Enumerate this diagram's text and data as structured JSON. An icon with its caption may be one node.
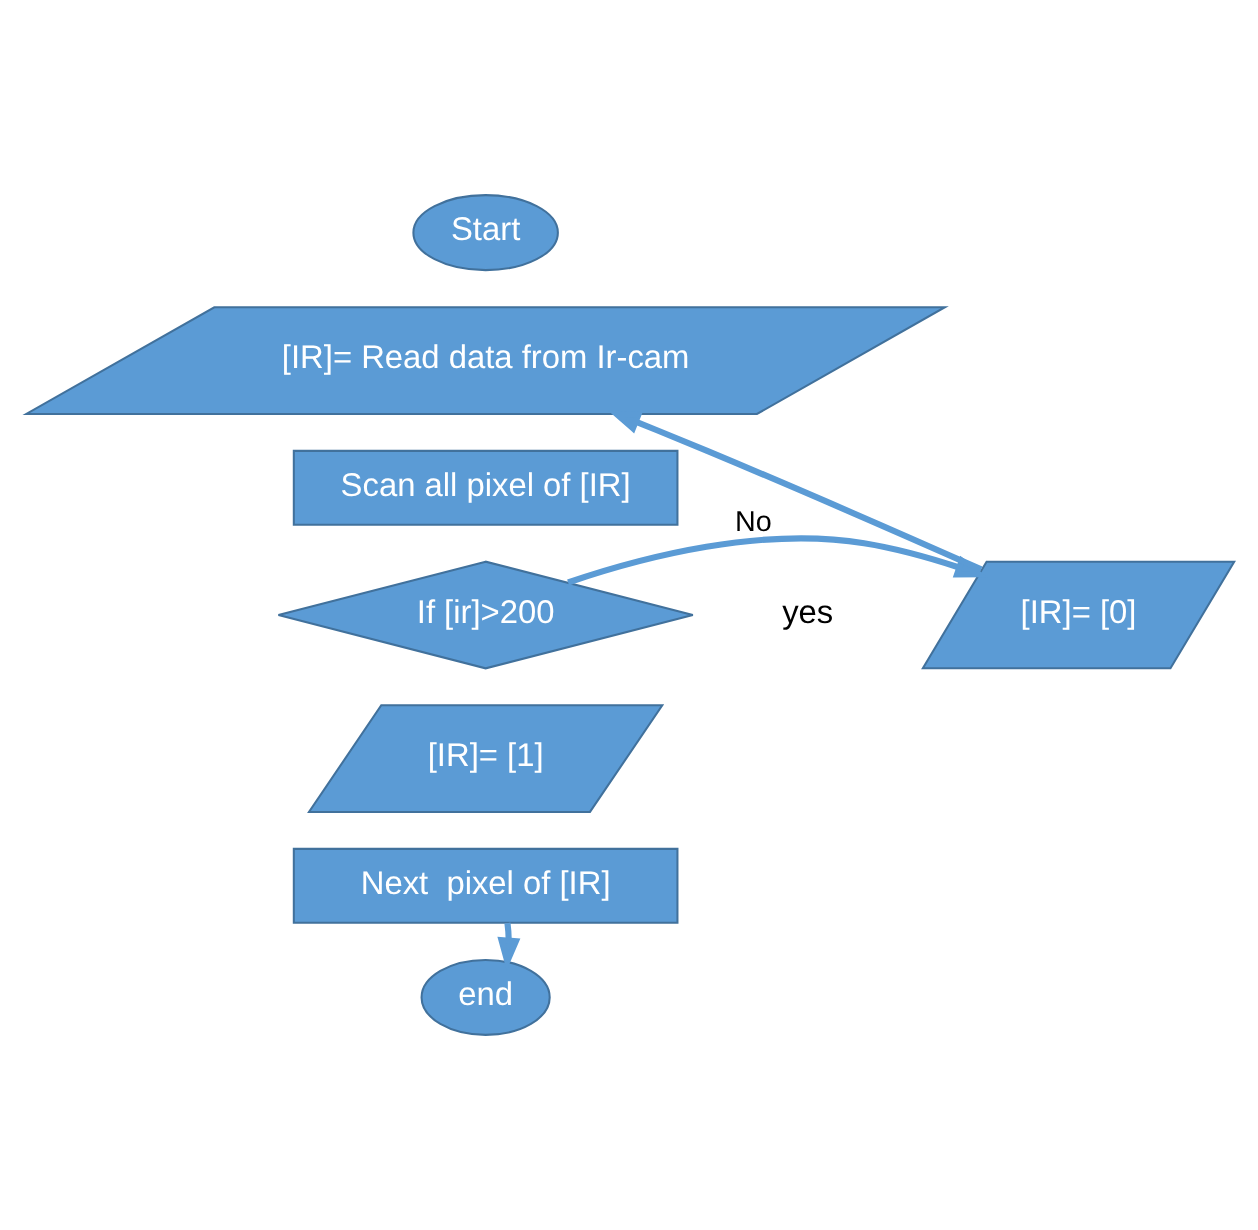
{
  "diagram": {
    "nodes": [
      {
        "text": [
          "Start"
        ]
      },
      {
        "text": [
          "[IR]= Read data from Ir-cam"
        ]
      },
      {
        "text": [
          "Scan all pixel of [IR]"
        ]
      },
      {
        "text": [
          "If [ir]>200"
        ]
      },
      {
        "text": [
          "[IR]= [0]"
        ]
      },
      {
        "text": [
          "[IR]= [1]"
        ]
      },
      {
        "text": [
          "Next  pixel of [IR]"
        ]
      },
      {
        "text": [
          "end"
        ]
      }
    ],
    "edges": [
      {
        "from": 3,
        "to": 4,
        "arrow": "to",
        "label": "No"
      },
      {
        "from": 4,
        "to": 1,
        "arrow": "to"
      },
      {
        "from": 6,
        "to": 7,
        "arrow": "to"
      }
    ],
    "labels": [
      "yes"
    ]
  }
}
